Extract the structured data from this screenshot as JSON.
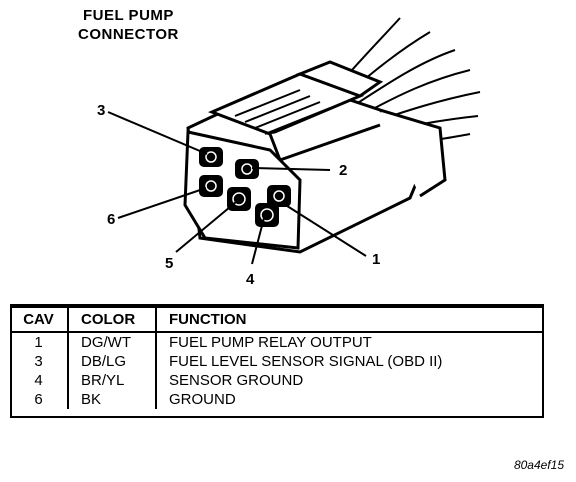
{
  "title": {
    "line1": "FUEL PUMP",
    "line2": "CONNECTOR"
  },
  "callouts": [
    {
      "id": "c3",
      "label": "3"
    },
    {
      "id": "c2",
      "label": "2"
    },
    {
      "id": "c6",
      "label": "6"
    },
    {
      "id": "c1",
      "label": "1"
    },
    {
      "id": "c5",
      "label": "5"
    },
    {
      "id": "c4",
      "label": "4"
    }
  ],
  "table": {
    "headers": {
      "cav": "CAV",
      "color": "COLOR",
      "function": "FUNCTION"
    },
    "rows": [
      {
        "cav": "1",
        "color": "DG/WT",
        "function": "FUEL PUMP RELAY OUTPUT"
      },
      {
        "cav": "3",
        "color": "DB/LG",
        "function": "FUEL LEVEL SENSOR SIGNAL (OBD II)"
      },
      {
        "cav": "4",
        "color": "BR/YL",
        "function": "SENSOR GROUND"
      },
      {
        "cav": "6",
        "color": "BK",
        "function": "GROUND"
      }
    ]
  },
  "figure_code": "80a4ef15"
}
